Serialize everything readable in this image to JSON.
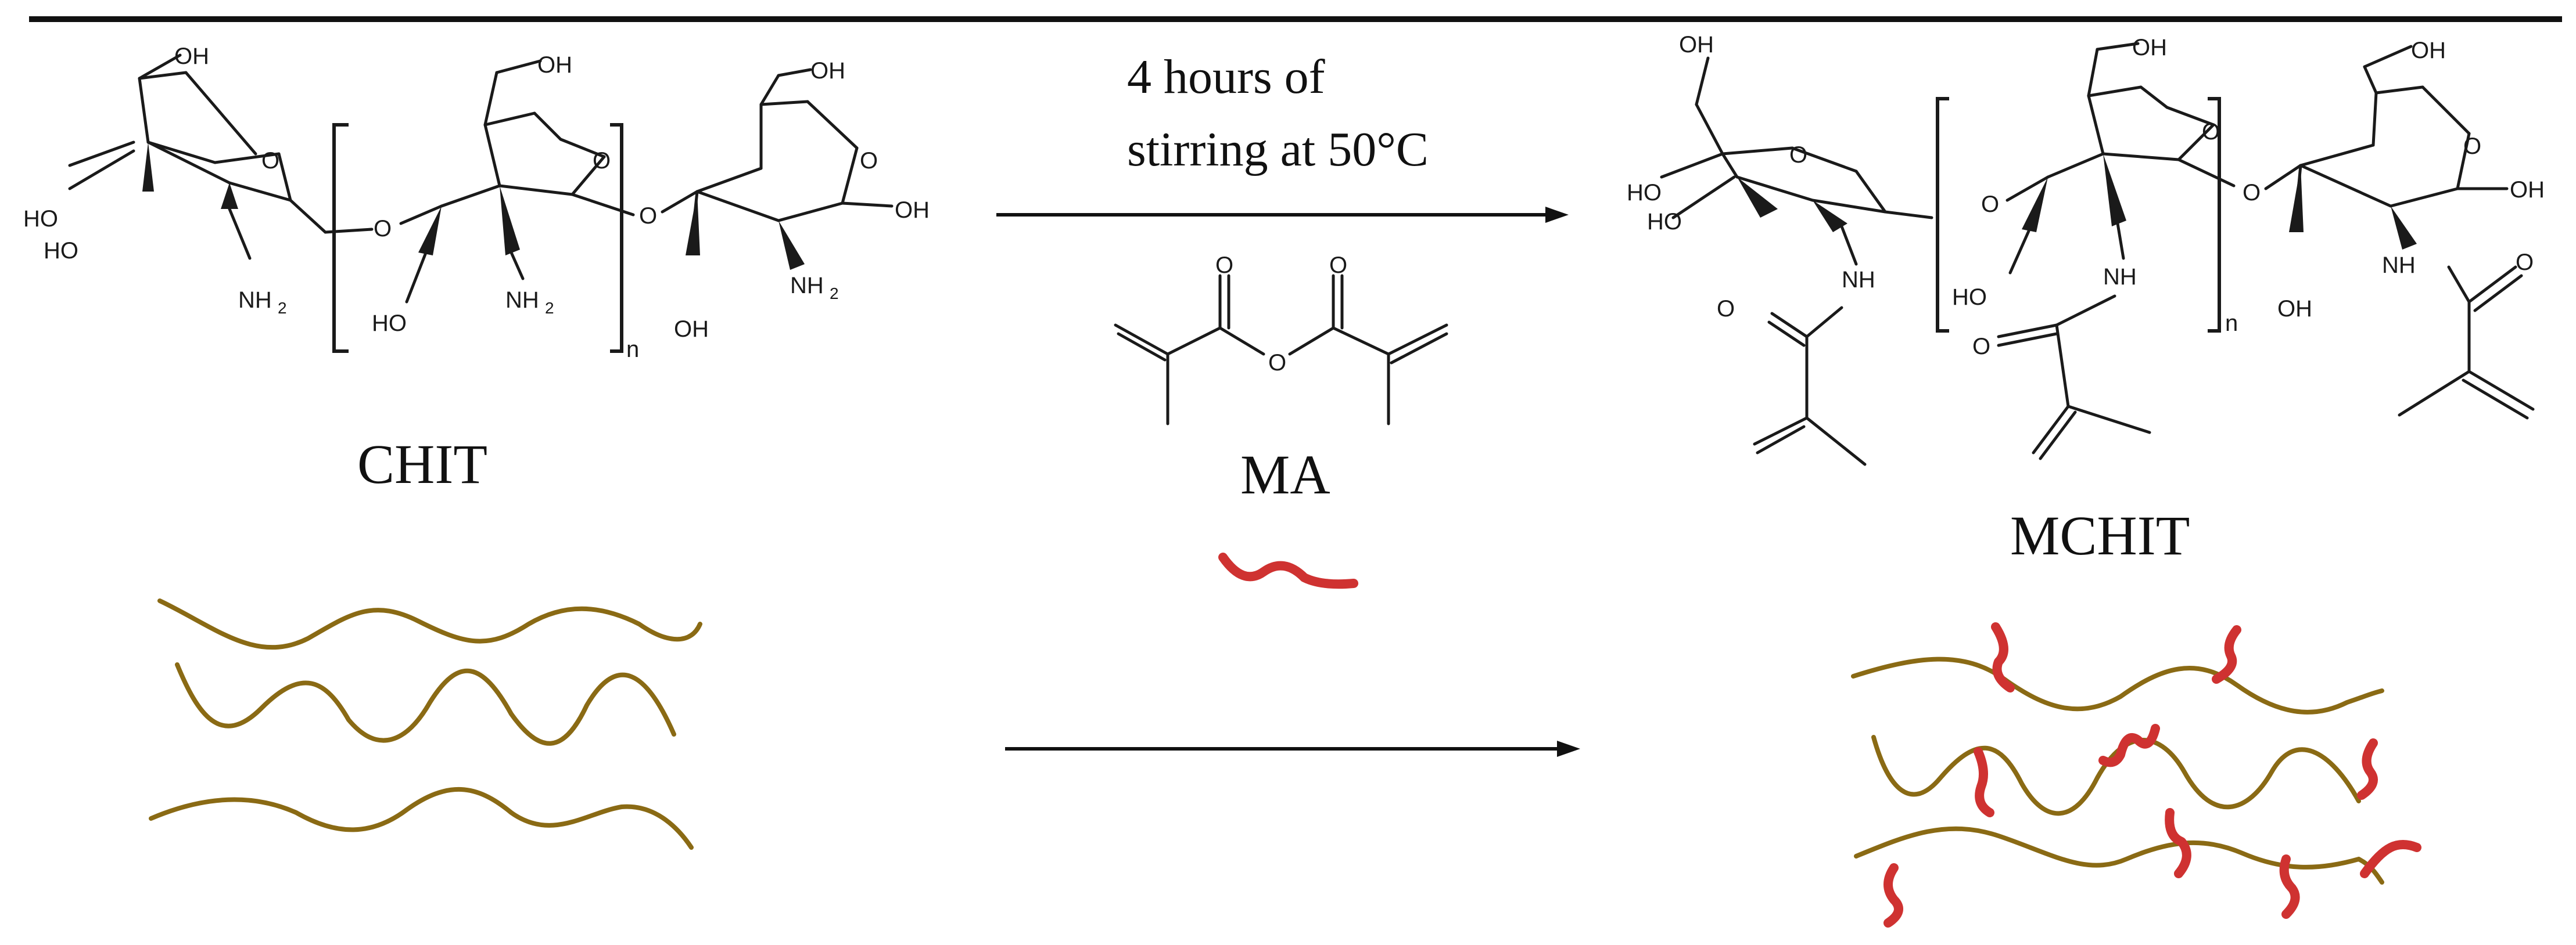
{
  "scheme": {
    "reactant_label": "CHIT",
    "product_label": "MCHIT",
    "reagent_label": "MA",
    "conditions": [
      "4 hours of",
      "stirring at 50°C"
    ],
    "repeat_index": "n",
    "atoms": {
      "hydroxyl": "OH",
      "hydroxyl_left": "HO",
      "ring_oxygen": "O",
      "amine": "NH",
      "amine_subscript": "2",
      "amide": "NH",
      "carbonyl_oxygen": "O"
    }
  },
  "colors": {
    "chitosan_chain": "#8a6a14",
    "methacrylate_graft": "#cf3231",
    "text": "#111111",
    "bonds": "#1a1a1a"
  }
}
